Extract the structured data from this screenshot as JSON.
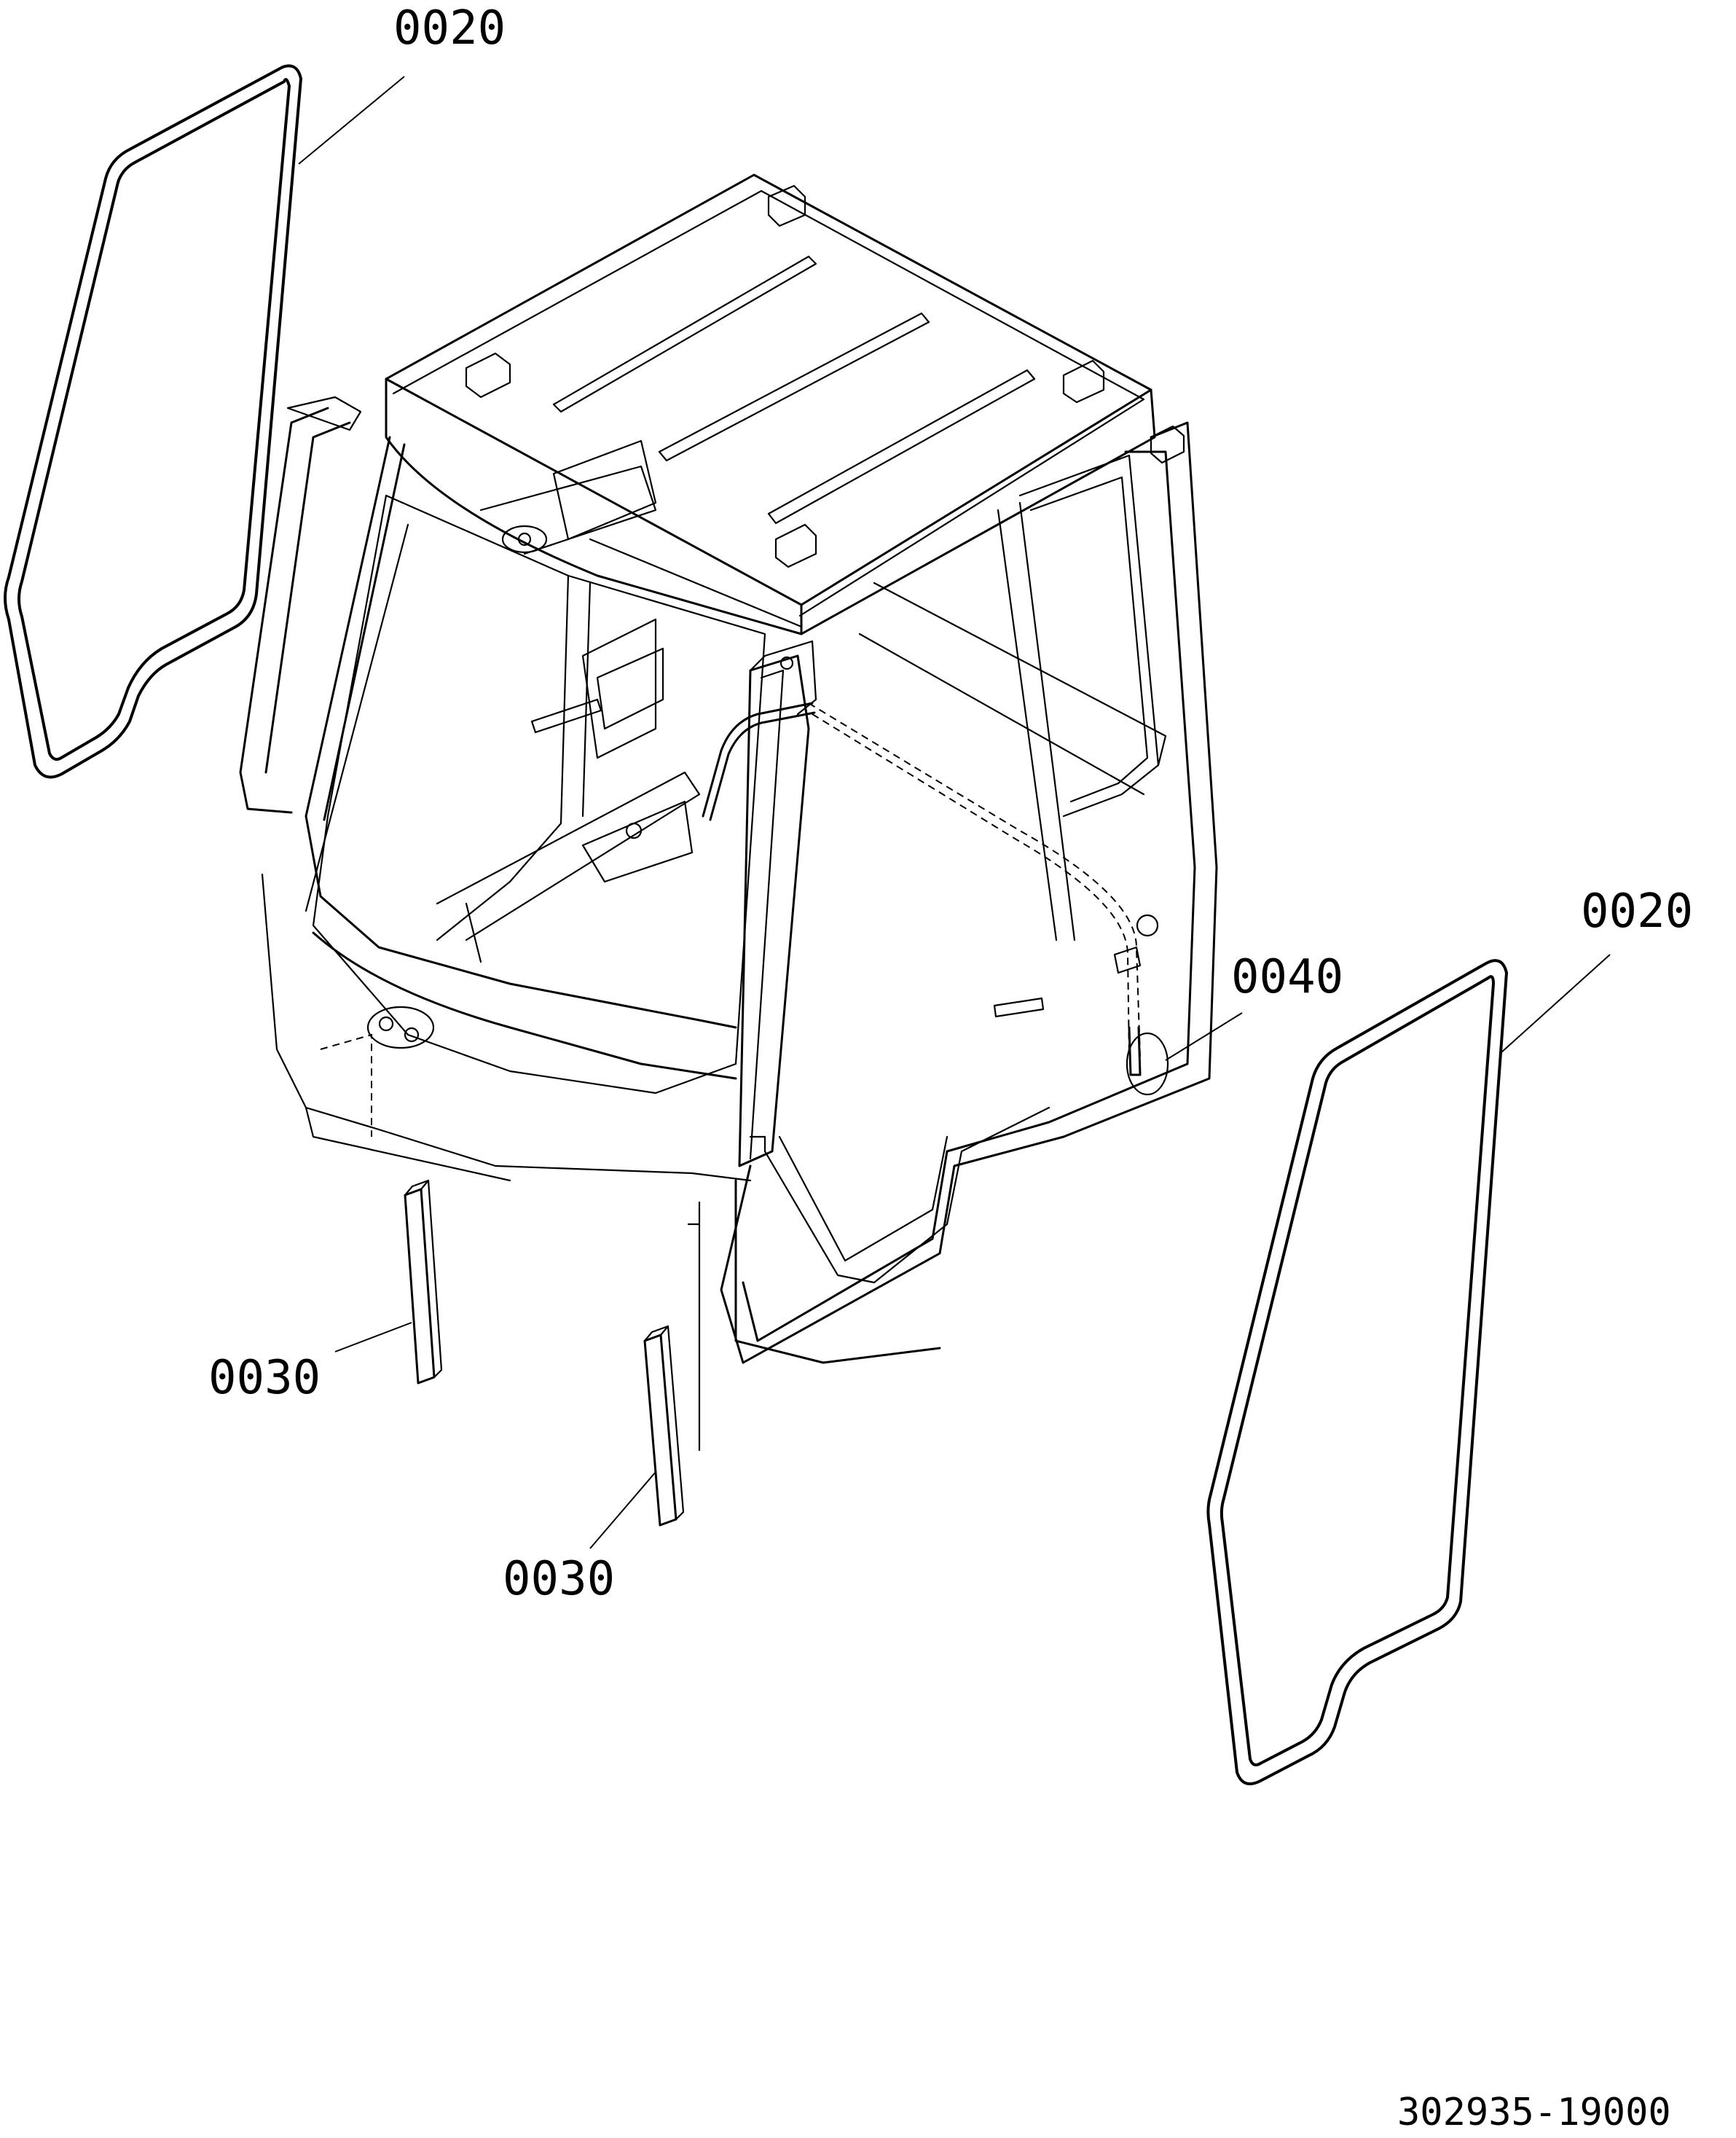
{
  "labels": {
    "seal_top_left": "0020",
    "seal_right": "0020",
    "strip_left": "0030",
    "strip_center": "0030",
    "hose": "0040"
  },
  "drawing_number": "302935-19000"
}
